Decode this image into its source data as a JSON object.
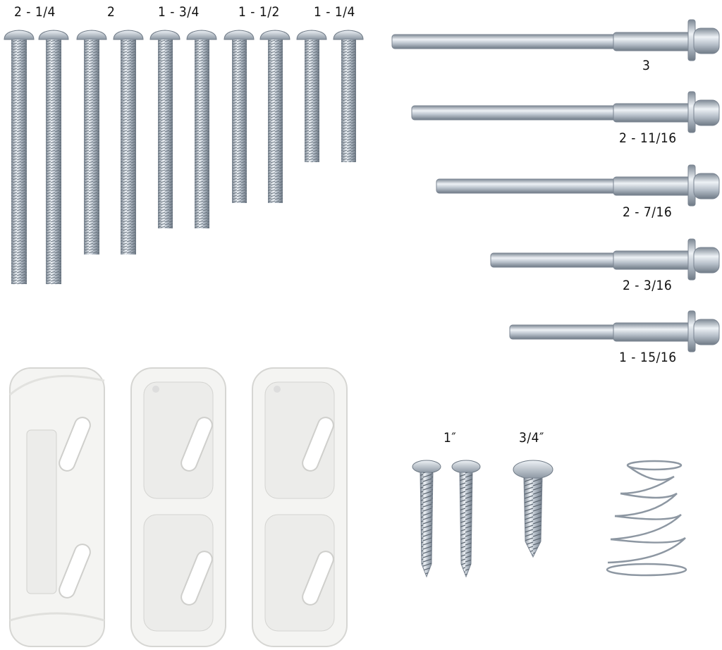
{
  "bolt_labels": [
    "2 - 1/4",
    "2",
    "1 - 3/4",
    "1 - 1/2",
    "1 - 1/4"
  ],
  "pin_labels": [
    "3",
    "2 - 11/16",
    "2 - 7/16",
    "2 - 3/16",
    "1 - 15/16"
  ],
  "wood_screw_label": "1″",
  "sheet_screw_label": "3/4″",
  "colors": {
    "metal": "#b9c2cc",
    "metal_dark": "#7f8a96",
    "plastic": "#f3f3f1",
    "plastic_shadow": "#d9d9d6"
  }
}
